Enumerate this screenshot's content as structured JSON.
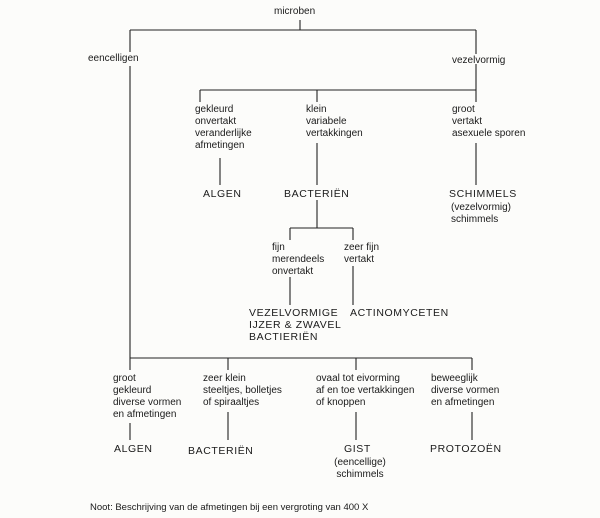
{
  "root": "microben",
  "branch_left": "eencelligen",
  "branch_right": "vezelvormig",
  "vezel": {
    "a_desc": "gekleurd\nonvertakt\nveranderlijke\nafmetingen",
    "a_name": "ALGEN",
    "b_desc": "klein\nvariabele\nvertakkingen",
    "b_name": "BACTERIËN",
    "c_desc": "groot\nvertakt\nasexuele sporen",
    "c_name": "SCHIMMELS",
    "c_sub": "(vezelvormig)\nschimmels",
    "b1_desc": "fijn\nmerendeels\nonvertakt",
    "b1_name": "VEZELVORMIGE\nIJZER & ZWAVEL\nBACTIERIËN",
    "b2_desc": "zeer fijn\nvertakt",
    "b2_name": "ACTINOMYCETEN"
  },
  "eencel": {
    "a_desc": "groot\ngekleurd\ndiverse vormen\nen afmetingen",
    "a_name": "ALGEN",
    "b_desc": "zeer klein\nsteeltjes, bolletjes\nof spiraaltjes",
    "b_name": "BACTERIËN",
    "c_desc": "ovaal tot eivorming\naf en toe vertakkingen\nof knoppen",
    "c_name": "GIST",
    "c_sub": "(eencellige)\nschimmels",
    "d_desc": "beweeglijk\ndiverse vormen\nen afmetingen",
    "d_name": "PROTOZOËN"
  },
  "note": "Noot: Beschrijving van de afmetingen bij een vergroting van 400 X"
}
